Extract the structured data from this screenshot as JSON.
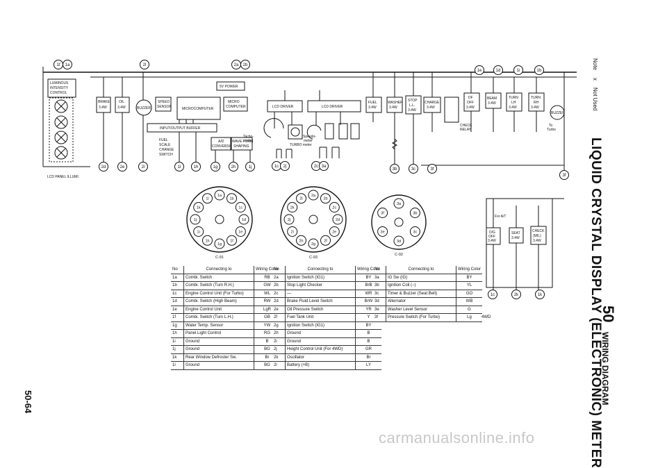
{
  "header": {
    "section_number": "50",
    "section_title": "WIRING DIAGRAM",
    "title": "LIQUID CRYSTAL DISPLAY (ELECTRONIC) METER",
    "note_label": "Note",
    "note_symbol": "x",
    "note_text": "Not Used"
  },
  "page_number": "50-64",
  "watermark": "carmanualsonline.info",
  "diagram": {
    "luminous_control": [
      "LUMINOUS",
      "INTENSITY",
      "CONTROL"
    ],
    "lcd_panel_illumination": "LCD PANEL ILLUMI.",
    "brake": [
      "BRAKE",
      "3.4W"
    ],
    "oil": [
      "OIL",
      "3.4W"
    ],
    "buzzer": "BUZZER",
    "speed_sensor": [
      "SPEED",
      "SENSOR"
    ],
    "microcomputer": "MICROCOMPUTER",
    "micro_computer": [
      "MICRO",
      "COMPUTER"
    ],
    "power_5v": "5V POWER",
    "io_buffer": "INPUT/OUTPUT BUFFER",
    "fuel_scale": [
      "FUEL",
      "SCALE",
      "CHANGE",
      "SWITCH"
    ],
    "ad_conversion": [
      "A/D",
      "CONVERSION"
    ],
    "wave_form": [
      "WAVE FORM",
      "SHAPING"
    ],
    "lcd_driver_1": "LCD DRIVER",
    "lcd_driver_2": "LCD DRIVER",
    "tacho_meter": [
      "Tacho-",
      "meter"
    ],
    "speedo_meter": [
      "Speedo-",
      "meter"
    ],
    "turbo_meter": "TURBO meter",
    "fuel": [
      "FUEL",
      "3.4W"
    ],
    "washer": [
      "WASHER",
      "3.4W"
    ],
    "stop": [
      "STOP",
      "L.L.",
      "3.4W"
    ],
    "charge": [
      "CHARGE",
      "3.4W"
    ],
    "check_relay": [
      "CHECK",
      "RELAY"
    ],
    "df_off": [
      "DF",
      "OFF",
      "3.4W"
    ],
    "beam": [
      "BEAM",
      "3.4W"
    ],
    "turn_lh": [
      "TURN",
      "LH",
      "3.4W"
    ],
    "turn_rh": [
      "TURN",
      "RH",
      "3.4W"
    ],
    "turbo_label": [
      "To",
      "Turbo"
    ],
    "buzzer_right": "BUZZER",
    "for_at": "For A/T",
    "ds_off": [
      "D/G",
      "OFF",
      "3.4W"
    ],
    "seat": [
      "SEAT",
      "3.4W"
    ],
    "check_mil": [
      "CHECK",
      "(MIL)",
      "3.4W"
    ],
    "top_terminals": [
      "1f",
      "1a",
      "2l",
      "2a",
      "2b",
      "1e",
      "1d",
      "1i",
      "1b"
    ],
    "bottom_terminals": [
      "2d",
      "2e",
      "2l",
      "1l",
      "1h",
      "1g",
      "2h",
      "1j",
      "1c",
      "2j",
      "2c",
      "3a",
      "3b",
      "3c",
      "3f"
    ],
    "right_terminals": [
      "1c",
      "2k",
      "1k"
    ],
    "wire_terminal": "3f"
  },
  "connectors": [
    {
      "id": "C-91",
      "pins": [
        "1a",
        "1b",
        "1c",
        "1d",
        "1e",
        "1f",
        "1g",
        "1h",
        "1i",
        "1j",
        "1k",
        "1l"
      ]
    },
    {
      "id": "C-93",
      "pins": [
        "2a",
        "2b",
        "2c",
        "2d",
        "2e",
        "2f",
        "2g",
        "2h",
        "2i",
        "2j",
        "2k",
        "2l"
      ]
    },
    {
      "id": "C-92",
      "pins": [
        "3a",
        "3b",
        "3c",
        "3d",
        "3e",
        "3f"
      ]
    }
  ],
  "tables": [
    {
      "header": {
        "no": "No",
        "desc": "Connecting to",
        "color": "Wiring Color"
      },
      "rows": [
        {
          "no": "1a",
          "desc": "Combi. Switch",
          "color": "RB"
        },
        {
          "no": "1b",
          "desc": "Combi. Switch (Turn R.H.)",
          "color": "GW"
        },
        {
          "no": "1c",
          "desc": "Engine Control Unit (For Turbo)",
          "color": "WL"
        },
        {
          "no": "1d",
          "desc": "Combi. Switch (High Beam)",
          "color": "RW"
        },
        {
          "no": "1e",
          "desc": "Engine Control Unit",
          "color": "LgR"
        },
        {
          "no": "1f",
          "desc": "Combi. Switch (Turn L.H.)",
          "color": "GB"
        },
        {
          "no": "1g",
          "desc": "Water Temp. Sensor",
          "color": "YW"
        },
        {
          "no": "1h",
          "desc": "Panel Light Control",
          "color": "RG"
        },
        {
          "no": "1i",
          "desc": "Ground",
          "color": "B"
        },
        {
          "no": "1j",
          "desc": "Ground",
          "color": "BG"
        },
        {
          "no": "1k",
          "desc": "Rear Window Defroster Sw.",
          "color": "Br"
        },
        {
          "no": "1l",
          "desc": "Ground",
          "color": "BG"
        }
      ]
    },
    {
      "header": {
        "no": "No",
        "desc": "Connecting to",
        "color": "Wiring Color"
      },
      "rows": [
        {
          "no": "2a",
          "desc": "Ignition Switch (IG1)",
          "color": "BY"
        },
        {
          "no": "2b",
          "desc": "Stop Light Checker",
          "color": "BrB"
        },
        {
          "no": "2c",
          "desc": "—",
          "color": "WR"
        },
        {
          "no": "2d",
          "desc": "Brake Fluid Level Switch",
          "color": "BrW"
        },
        {
          "no": "2e",
          "desc": "Oil Pressure Switch",
          "color": "YR"
        },
        {
          "no": "2f",
          "desc": "Fuel Tank Unit",
          "color": "Y"
        },
        {
          "no": "2g",
          "desc": "Ignition Switch (IG1)",
          "color": "BY"
        },
        {
          "no": "2h",
          "desc": "Ground",
          "color": "B"
        },
        {
          "no": "2i",
          "desc": "Ground",
          "color": "B"
        },
        {
          "no": "2j",
          "desc": "Height Control Unit (For 4WD)",
          "color": "GR"
        },
        {
          "no": "2k",
          "desc": "Oscillator",
          "color": "Br"
        },
        {
          "no": "2l",
          "desc": "Battery (+B)",
          "color": "LY"
        }
      ]
    },
    {
      "header": {
        "no": "No",
        "desc": "Connecting to",
        "color": "Wiring Color"
      },
      "rows": [
        {
          "no": "3a",
          "desc": "IG Sw (IG)",
          "color": "BY"
        },
        {
          "no": "3b",
          "desc": "Ignition Coil (−)",
          "color": "YL"
        },
        {
          "no": "3c",
          "desc": "Timer & Buzzer (Seat Belt)",
          "color": "GO"
        },
        {
          "no": "3d",
          "desc": "Alternator",
          "color": "WB"
        },
        {
          "no": "3e",
          "desc": "Washer Level Sensor",
          "color": "G"
        },
        {
          "no": "3f",
          "desc": "Pressure Switch (For Turbo)",
          "color": "Lg"
        }
      ],
      "note": "4WD"
    }
  ]
}
